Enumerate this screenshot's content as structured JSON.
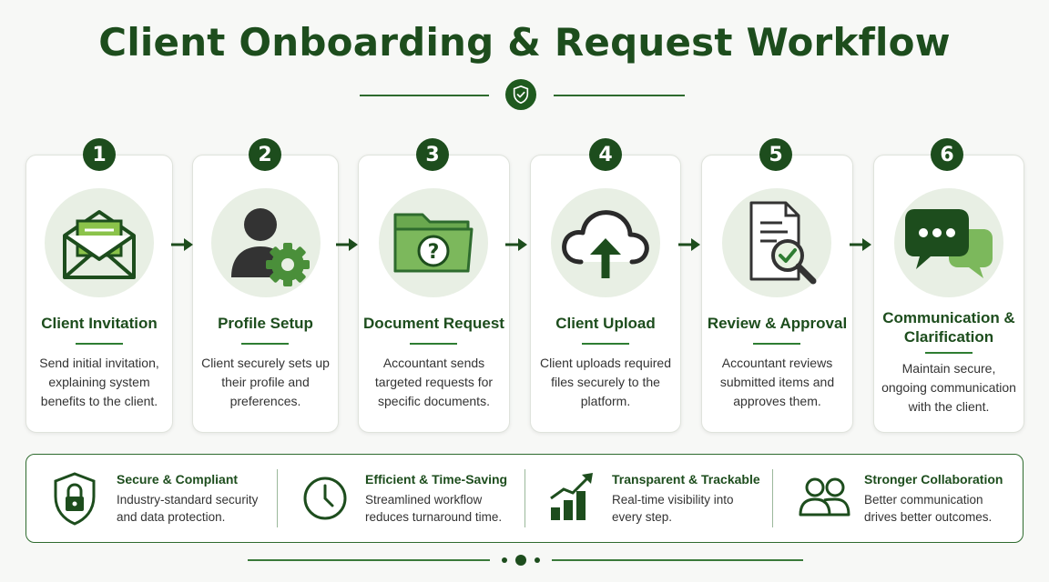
{
  "title": "Client Onboarding & Request Workflow",
  "colors": {
    "primary": "#1d4d1d",
    "accent": "#2e7d32",
    "light": "#e8efe4",
    "icon_fill": "#6aa84f"
  },
  "steps": [
    {
      "number": "1",
      "title": "Client Invitation",
      "description": "Send initial invitation, explaining system benefits to the client.",
      "icon": "envelope-icon"
    },
    {
      "number": "2",
      "title": "Profile Setup",
      "description": "Client securely sets up their profile and preferences.",
      "icon": "user-gear-icon"
    },
    {
      "number": "3",
      "title": "Document Request",
      "description": "Accountant sends targeted requests for specific documents.",
      "icon": "folder-question-icon"
    },
    {
      "number": "4",
      "title": "Client Upload",
      "description": "Client uploads required files securely to the platform.",
      "icon": "cloud-upload-icon"
    },
    {
      "number": "5",
      "title": "Review & Approval",
      "description": "Accountant reviews submitted items and approves them.",
      "icon": "document-review-icon"
    },
    {
      "number": "6",
      "title": "Communication & Clarification",
      "description": "Maintain secure, ongoing communication with the client.",
      "icon": "chat-bubbles-icon"
    }
  ],
  "benefits": [
    {
      "title": "Secure & Compliant",
      "description": "Industry-standard security and data protection.",
      "icon": "shield-lock-icon"
    },
    {
      "title": "Efficient & Time-Saving",
      "description": "Streamlined workflow reduces turnaround time.",
      "icon": "clock-icon"
    },
    {
      "title": "Transparent & Trackable",
      "description": "Real-time visibility into every step.",
      "icon": "growth-chart-icon"
    },
    {
      "title": "Stronger Collaboration",
      "description": "Better communication drives better outcomes.",
      "icon": "people-icon"
    }
  ]
}
